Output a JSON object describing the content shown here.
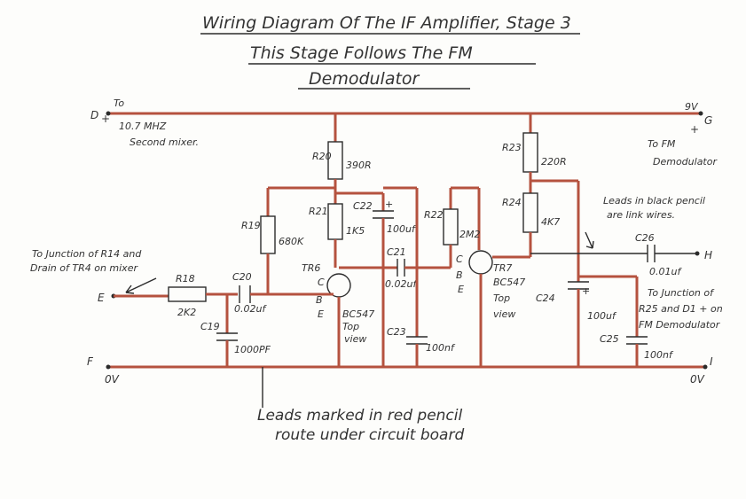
{
  "title": {
    "line1": "Wiring Diagram Of The IF Amplifier, Stage 3",
    "line2": "This Stage Follows The FM",
    "line3": "Demodulator"
  },
  "terminals": {
    "D": "D",
    "G": "G",
    "E": "E",
    "F": "F",
    "H": "H",
    "I": "I",
    "d_plus": "+",
    "g_plus": "+",
    "g_volt": "9V",
    "f_ov": "0V",
    "i_ov": "0V"
  },
  "notes": {
    "to": "To",
    "mixer": "10.7 MHZ",
    "mixer2": "Second mixer.",
    "fm_demod": "To FM",
    "fm_demod2": "Demodulator",
    "junction_r14": "To Junction of R14 and",
    "junction_r14b": "Drain of TR4 on mixer",
    "link_wires": "Leads in black pencil",
    "link_wires2": "are link wires.",
    "junction_r25": "To Junction of",
    "junction_r25b": "R25 and D1 + on",
    "junction_r25c": "FM Demodulator",
    "red_leads": "Leads marked in red pencil",
    "red_leads2": "route under circuit board"
  },
  "components": {
    "r18": {
      "name": "R18",
      "value": "2K2"
    },
    "r19": {
      "name": "R19",
      "value": "680K"
    },
    "r20": {
      "name": "R20",
      "value": "390R"
    },
    "r21": {
      "name": "R21",
      "value": "1K5"
    },
    "r22": {
      "name": "R22",
      "value": "2M2"
    },
    "r23": {
      "name": "R23",
      "value": "220R"
    },
    "r24": {
      "name": "R24",
      "value": "4K7"
    },
    "c19": {
      "name": "C19",
      "value": "1000PF"
    },
    "c20": {
      "name": "C20",
      "value": "0.02uf"
    },
    "c21": {
      "name": "C21",
      "value": "0.02uf"
    },
    "c22": {
      "name": "C22",
      "value": "100uf"
    },
    "c23": {
      "name": "C23",
      "value": "100nf"
    },
    "c24": {
      "name": "C24",
      "value": "100uf"
    },
    "c25": {
      "name": "C25",
      "value": "100nf"
    },
    "c26": {
      "name": "C26",
      "value": "0.01uf"
    },
    "tr6": {
      "name": "TR6",
      "type": "BC547",
      "view": "Top",
      "view2": "view",
      "c": "C",
      "b": "B",
      "e": "E"
    },
    "tr7": {
      "name": "TR7",
      "type": "BC547",
      "view": "Top",
      "view2": "view",
      "c": "C",
      "b": "B",
      "e": "E"
    },
    "plus_c22": "+",
    "plus_c24": "+"
  }
}
